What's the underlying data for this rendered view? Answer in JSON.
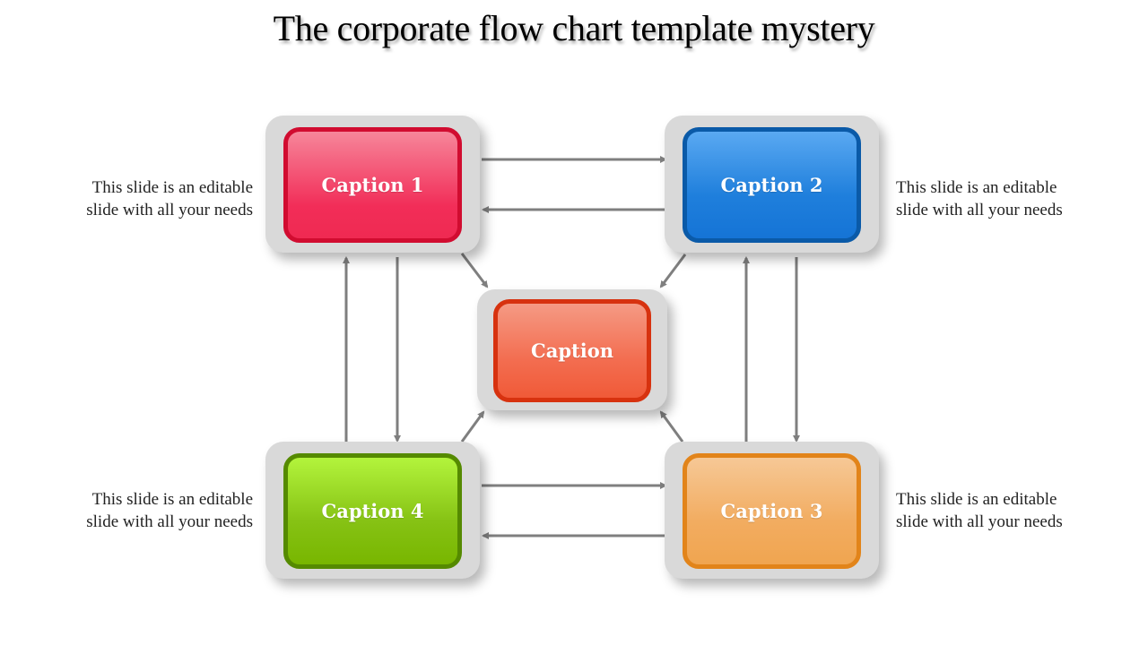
{
  "slide": {
    "title": "The corporate flow chart template mystery"
  },
  "nodes": {
    "center": {
      "label": "Caption",
      "color": "#f05a38"
    },
    "n1": {
      "label": "Caption 1",
      "color": "#f22d58"
    },
    "n2": {
      "label": "Caption 2",
      "color": "#1f7fdc"
    },
    "n3": {
      "label": "Caption 3",
      "color": "#f2ac60"
    },
    "n4": {
      "label": "Caption 4",
      "color": "#86c214"
    }
  },
  "descriptions": {
    "top_left": {
      "line1": "This slide is an editable",
      "line2": "slide with all your needs"
    },
    "top_right": {
      "line1": "This slide is an editable",
      "line2": "slide with all your needs"
    },
    "bottom_left": {
      "line1": "This slide is an editable",
      "line2": "slide with all your needs"
    },
    "bottom_right": {
      "line1": "This slide is an editable",
      "line2": "slide with all your needs"
    }
  },
  "connections": [
    {
      "from": "n1",
      "to": "n2"
    },
    {
      "from": "n2",
      "to": "n1"
    },
    {
      "from": "n4",
      "to": "n3"
    },
    {
      "from": "n3",
      "to": "n4"
    },
    {
      "from": "n4",
      "to": "n1"
    },
    {
      "from": "n1",
      "to": "n4"
    },
    {
      "from": "n3",
      "to": "n2"
    },
    {
      "from": "n2",
      "to": "n3"
    },
    {
      "from": "n1",
      "to": "center"
    },
    {
      "from": "n2",
      "to": "center"
    },
    {
      "from": "n3",
      "to": "center"
    },
    {
      "from": "n4",
      "to": "center"
    }
  ],
  "colors": {
    "arrow": "#7f7f7f",
    "frame": "#d9d9d9"
  }
}
